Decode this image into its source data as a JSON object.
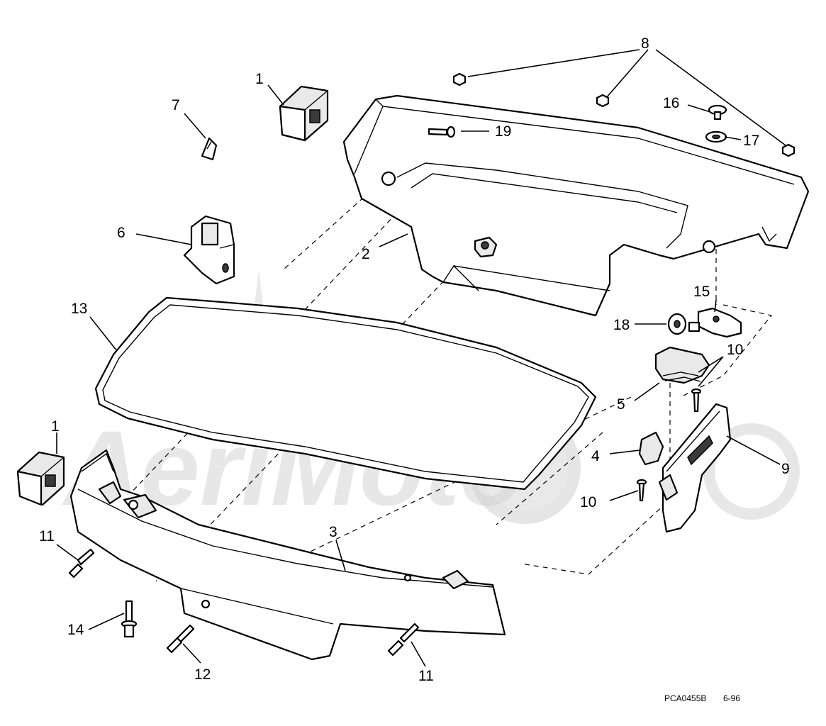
{
  "watermark_text": "AeriMoto",
  "callouts": [
    {
      "id": "c1a",
      "label": "1"
    },
    {
      "id": "c1b",
      "label": "1"
    },
    {
      "id": "c2",
      "label": "2"
    },
    {
      "id": "c3",
      "label": "3"
    },
    {
      "id": "c4",
      "label": "4"
    },
    {
      "id": "c5",
      "label": "5"
    },
    {
      "id": "c6",
      "label": "6"
    },
    {
      "id": "c7",
      "label": "7"
    },
    {
      "id": "c8",
      "label": "8"
    },
    {
      "id": "c9",
      "label": "9"
    },
    {
      "id": "c10a",
      "label": "10"
    },
    {
      "id": "c10b",
      "label": "10"
    },
    {
      "id": "c11a",
      "label": "11"
    },
    {
      "id": "c11b",
      "label": "11"
    },
    {
      "id": "c12",
      "label": "12"
    },
    {
      "id": "c13",
      "label": "13"
    },
    {
      "id": "c14",
      "label": "14"
    },
    {
      "id": "c15",
      "label": "15"
    },
    {
      "id": "c16",
      "label": "16"
    },
    {
      "id": "c17",
      "label": "17"
    },
    {
      "id": "c18",
      "label": "18"
    },
    {
      "id": "c19",
      "label": "19"
    }
  ],
  "drawing_code": "PCA0455B",
  "drawing_date": "6-96"
}
